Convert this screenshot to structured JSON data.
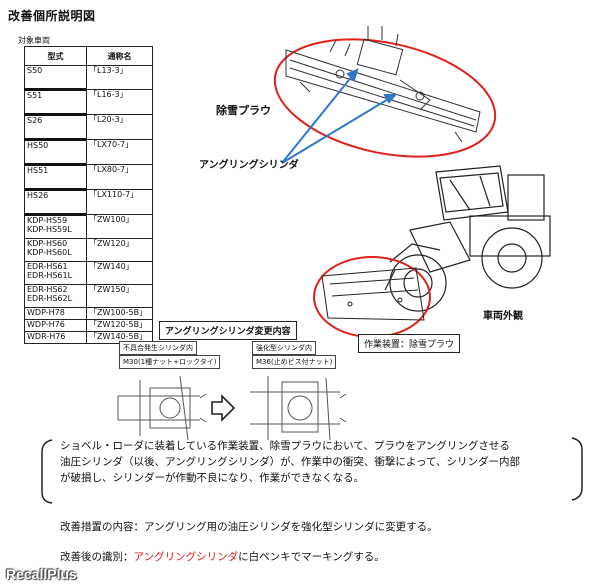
{
  "document": {
    "title": "改善個所説明図",
    "target_vehicles_label": "対象車両",
    "table": {
      "headers": [
        "型式",
        "通称名"
      ],
      "groups": [
        {
          "models": [
            "S50"
          ],
          "names": [
            "「L13-3」"
          ]
        },
        {
          "models": [
            "S51"
          ],
          "names": [
            "「L16-3」"
          ]
        },
        {
          "models": [
            "S26"
          ],
          "names": [
            "「L20-3」"
          ]
        },
        {
          "models": [
            "HS50"
          ],
          "names": [
            "「LX70-7」"
          ]
        },
        {
          "models": [
            "HS51"
          ],
          "names": [
            "「LX80-7」"
          ]
        },
        {
          "models": [
            "HS26"
          ],
          "names": [
            "「LX110-7」"
          ]
        },
        {
          "models": [
            "KDP-HS59",
            "KDP-HS59L"
          ],
          "names": [
            "「ZW100」"
          ]
        },
        {
          "models": [
            "KDP-HS60",
            "KDP-HS60L"
          ],
          "names": [
            "「ZW120」"
          ]
        },
        {
          "models": [
            "EDR-HS61",
            "EDR-HS61L"
          ],
          "names": [
            "「ZW140」"
          ]
        },
        {
          "models": [
            "EDR-HS62",
            "EDR-HS62L"
          ],
          "names": [
            "「ZW150」"
          ]
        },
        {
          "models": [
            "WDP-H78"
          ],
          "names": [
            "「ZW100-5B」"
          ]
        },
        {
          "models": [
            "WDP-H76"
          ],
          "names": [
            "「ZW120-5B」"
          ]
        },
        {
          "models": [
            "WDR-H76"
          ],
          "names": [
            "「ZW140-5B」"
          ]
        }
      ]
    },
    "labels": {
      "snow_plow": "除雪プラウ",
      "angling_cylinder": "アングリングシリンダ",
      "vehicle_exterior": "車両外観",
      "work_device": "作業装置：除雪プラウ",
      "cylinder_change": "アングリングシリンダ変更内容"
    },
    "detail": {
      "before_label": "不具合発生シリンダ内",
      "before_note": "M30(1種ナット+ロックタイ)",
      "after_label": "強化型シリンダ内",
      "after_note": "M36(止めビス付ナット)"
    },
    "description": {
      "line1": "ショベル・ローダに装着している作業装置、除雪プラウにおいて、プラウをアングリングさせる",
      "line2": "油圧シリンダ（以後、アングリングシリンダ）が、作業中の衝突、衝撃によって、シリンダー内部",
      "line3": "が破損し、シリンダーが作動不良になり、作業ができなくなる。"
    },
    "measures": {
      "line": "改善措置の内容：アングリング用の油圧シリンダを強化型シリンダに変更する。"
    },
    "identification": {
      "prefix": "改善後の識別：",
      "highlight": "アングリングシリンダ",
      "suffix": "に白ペンキでマーキングする。",
      "highlight_color": "#e0201b"
    },
    "watermark": "RecallPlus",
    "colors": {
      "ellipse_red": "#e0201b",
      "arrow_blue": "#2f78c8"
    }
  }
}
